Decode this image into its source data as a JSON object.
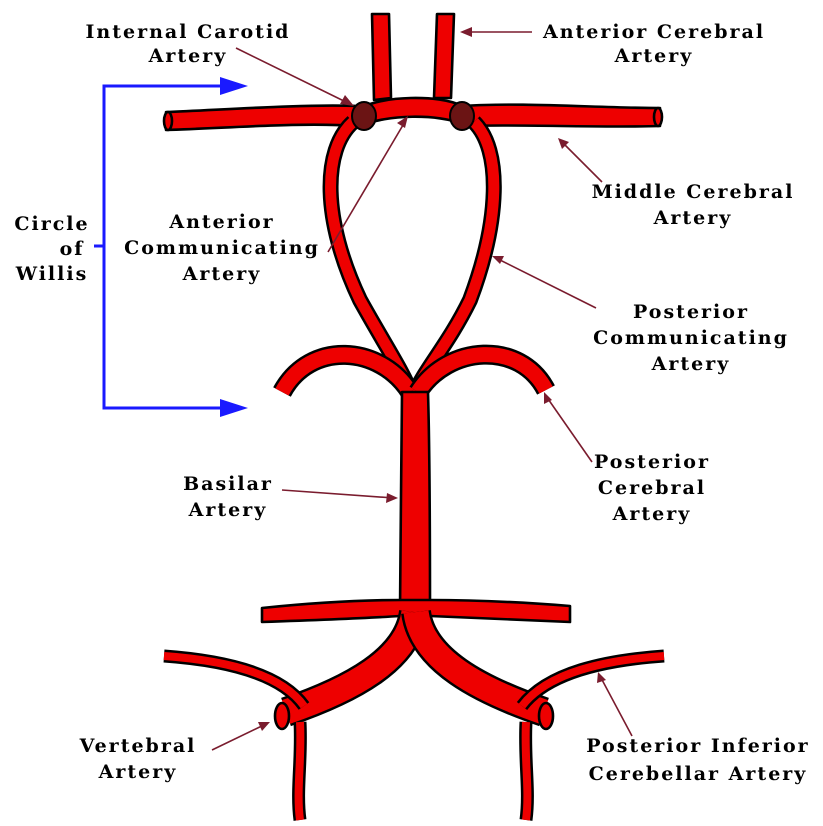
{
  "colors": {
    "artery": "#ee0000",
    "outline": "#000000",
    "junction": "#6b1414",
    "pointer": "#7a1c2e",
    "bracket": "#1a1aff"
  },
  "labels": {
    "internal_carotid": [
      "Internal Carotid",
      "Artery"
    ],
    "anterior_cerebral": [
      "Anterior Cerebral",
      "Artery"
    ],
    "middle_cerebral": [
      "Middle Cerebral",
      "Artery"
    ],
    "circle_of_willis": [
      "Circle",
      "of",
      "Willis"
    ],
    "anterior_communicating": [
      "Anterior",
      "Communicating",
      "Artery"
    ],
    "posterior_communicating": [
      "Posterior",
      "Communicating",
      "Artery"
    ],
    "posterior_cerebral": [
      "Posterior",
      "Cerebral",
      "Artery"
    ],
    "basilar": [
      "Basilar",
      "Artery"
    ],
    "vertebral": [
      "Vertebral",
      "Artery"
    ],
    "posterior_inferior_cerebellar": [
      "Posterior Inferior",
      "Cerebellar Artery"
    ]
  }
}
